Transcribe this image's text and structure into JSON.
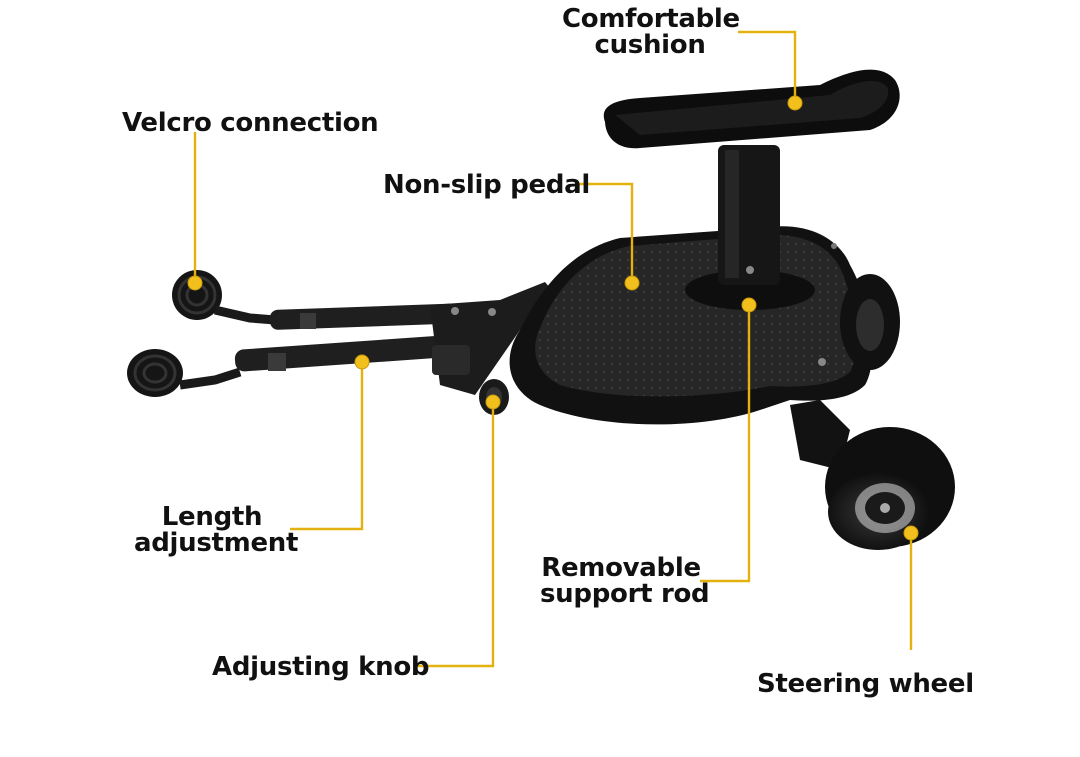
{
  "callouts": {
    "cushion": [
      "Comfortable",
      "cushion"
    ],
    "velcro": [
      "Velcro connection"
    ],
    "pedal": [
      "Non-slip pedal"
    ],
    "length": [
      "Length",
      "adjustment"
    ],
    "support": [
      "Removable",
      "support rod"
    ],
    "knob": [
      "Adjusting knob"
    ],
    "wheel": [
      "Steering wheel"
    ]
  },
  "colors": {
    "leader_line": "#e3b20e",
    "marker_dot": "#f2c01c",
    "product_body": "#1b1b1b"
  }
}
